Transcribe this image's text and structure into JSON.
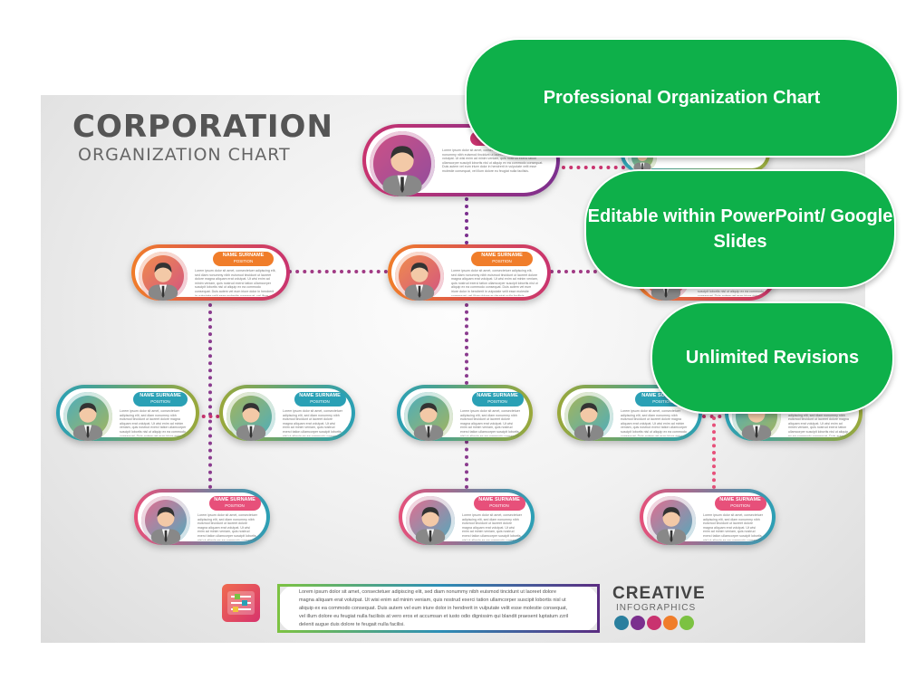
{
  "header": {
    "title": "CORPORATION",
    "subtitle": "ORGANIZATION CHART"
  },
  "card": {
    "name": "NAME SURNAME",
    "position": "POSITION",
    "body": "Lorem ipsum dolor sit amet, consectetuer adipiscing elit, sed diam nonummy nibh euismod tincidunt ut laoreet dolore magna aliquam erat volutpat. Ut wisi enim ad minim veniam, quis nostrud exerci tation ullamcorper suscipit lobortis nisl ut aliquip ex ea commodo consequat. Duis autem vel eum iriure dolor in hendrerit in vulputate velit esse molestie consequat, vel illum dolore eu feugiat nulla facilisis."
  },
  "overlays": [
    "Professional Organization Chart",
    "Editable within PowerPoint/ Google Slides",
    "Unlimited Revisions"
  ],
  "footer": {
    "text": "Lorem ipsum dolor sit amet, consectetuer adipiscing elit, sed diam nonummy nibh euismod tincidunt ut laoreet dolore magna aliquam erat volutpat. Ut wisi enim ad minim veniam, quis nostrud exerci tation ullamcorper suscipit lobortis nisl ut aliquip ex ea commodo consequat. Duis autem vel eum iriure dolor in hendrerit in vulputate velit esse molestie consequat, vel illum dolore eu feugiat nulla facilisis at vero eros et accumsan et iusto odio dignissim qui blandit praesent luptatum zzril delenit augue duis dolore te feugait nulla facilisi.",
    "brand": "CREATIVE",
    "brand_sub": "INFOGRAPHICS"
  },
  "colors": {
    "green_overlay": "#0eb04a",
    "purple": "#7b2f8e",
    "magenta": "#c9336f",
    "orange": "#f07d2a",
    "teal": "#2aa0b5",
    "olive": "#9aa83a",
    "pink": "#e7507a"
  }
}
